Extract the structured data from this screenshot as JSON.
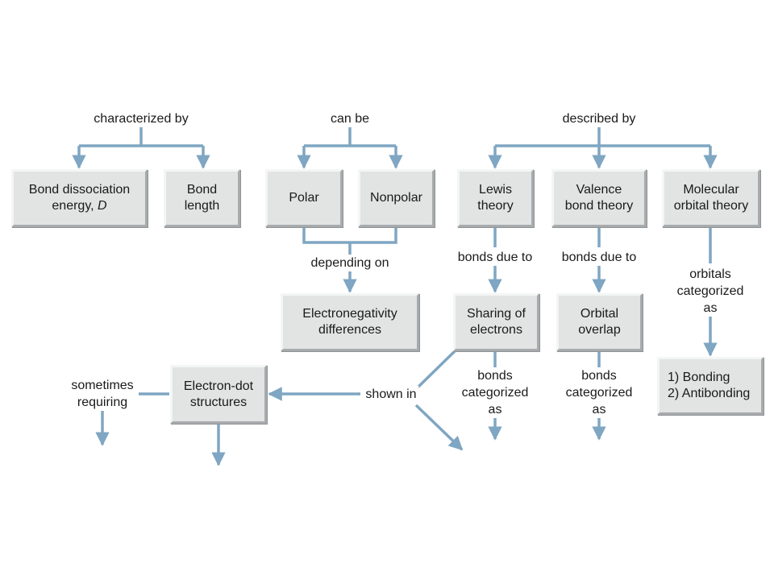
{
  "labels": {
    "characterized_by": "characterized by",
    "can_be": "can be",
    "described_by": "described by",
    "depending_on": "depending on",
    "lewis_bonds_due_to": "bonds due to",
    "valence_bonds_due_to": "bonds due to",
    "orbitals_categorized_as": "orbitals\ncategorized\nas",
    "sharing_bonds_categorized_as": "bonds\ncategorized\nas",
    "overlap_bonds_categorized_as": "bonds\ncategorized\nas",
    "shown_in": "shown in",
    "sometimes_requiring": "sometimes\nrequiring"
  },
  "nodes": {
    "bond_dissociation": {
      "text": "Bond dissociation\nenergy, ",
      "italic": "D"
    },
    "bond_length": "Bond\nlength",
    "polar": "Polar",
    "nonpolar": "Nonpolar",
    "lewis_theory": "Lewis\ntheory",
    "valence_bond_theory": "Valence\nbond theory",
    "molecular_orbital_theory": "Molecular\norbital theory",
    "electronegativity_differences": "Electronegativity\ndifferences",
    "sharing_of_electrons": "Sharing of\nelectrons",
    "orbital_overlap": "Orbital\noverlap",
    "electron_dot_structures": "Electron-dot\nstructures",
    "bonding_antibonding": "1) Bonding\n2) Antibonding"
  },
  "colors": {
    "connector": "#7fa6c2",
    "box_fill": "#e2e3e3"
  }
}
